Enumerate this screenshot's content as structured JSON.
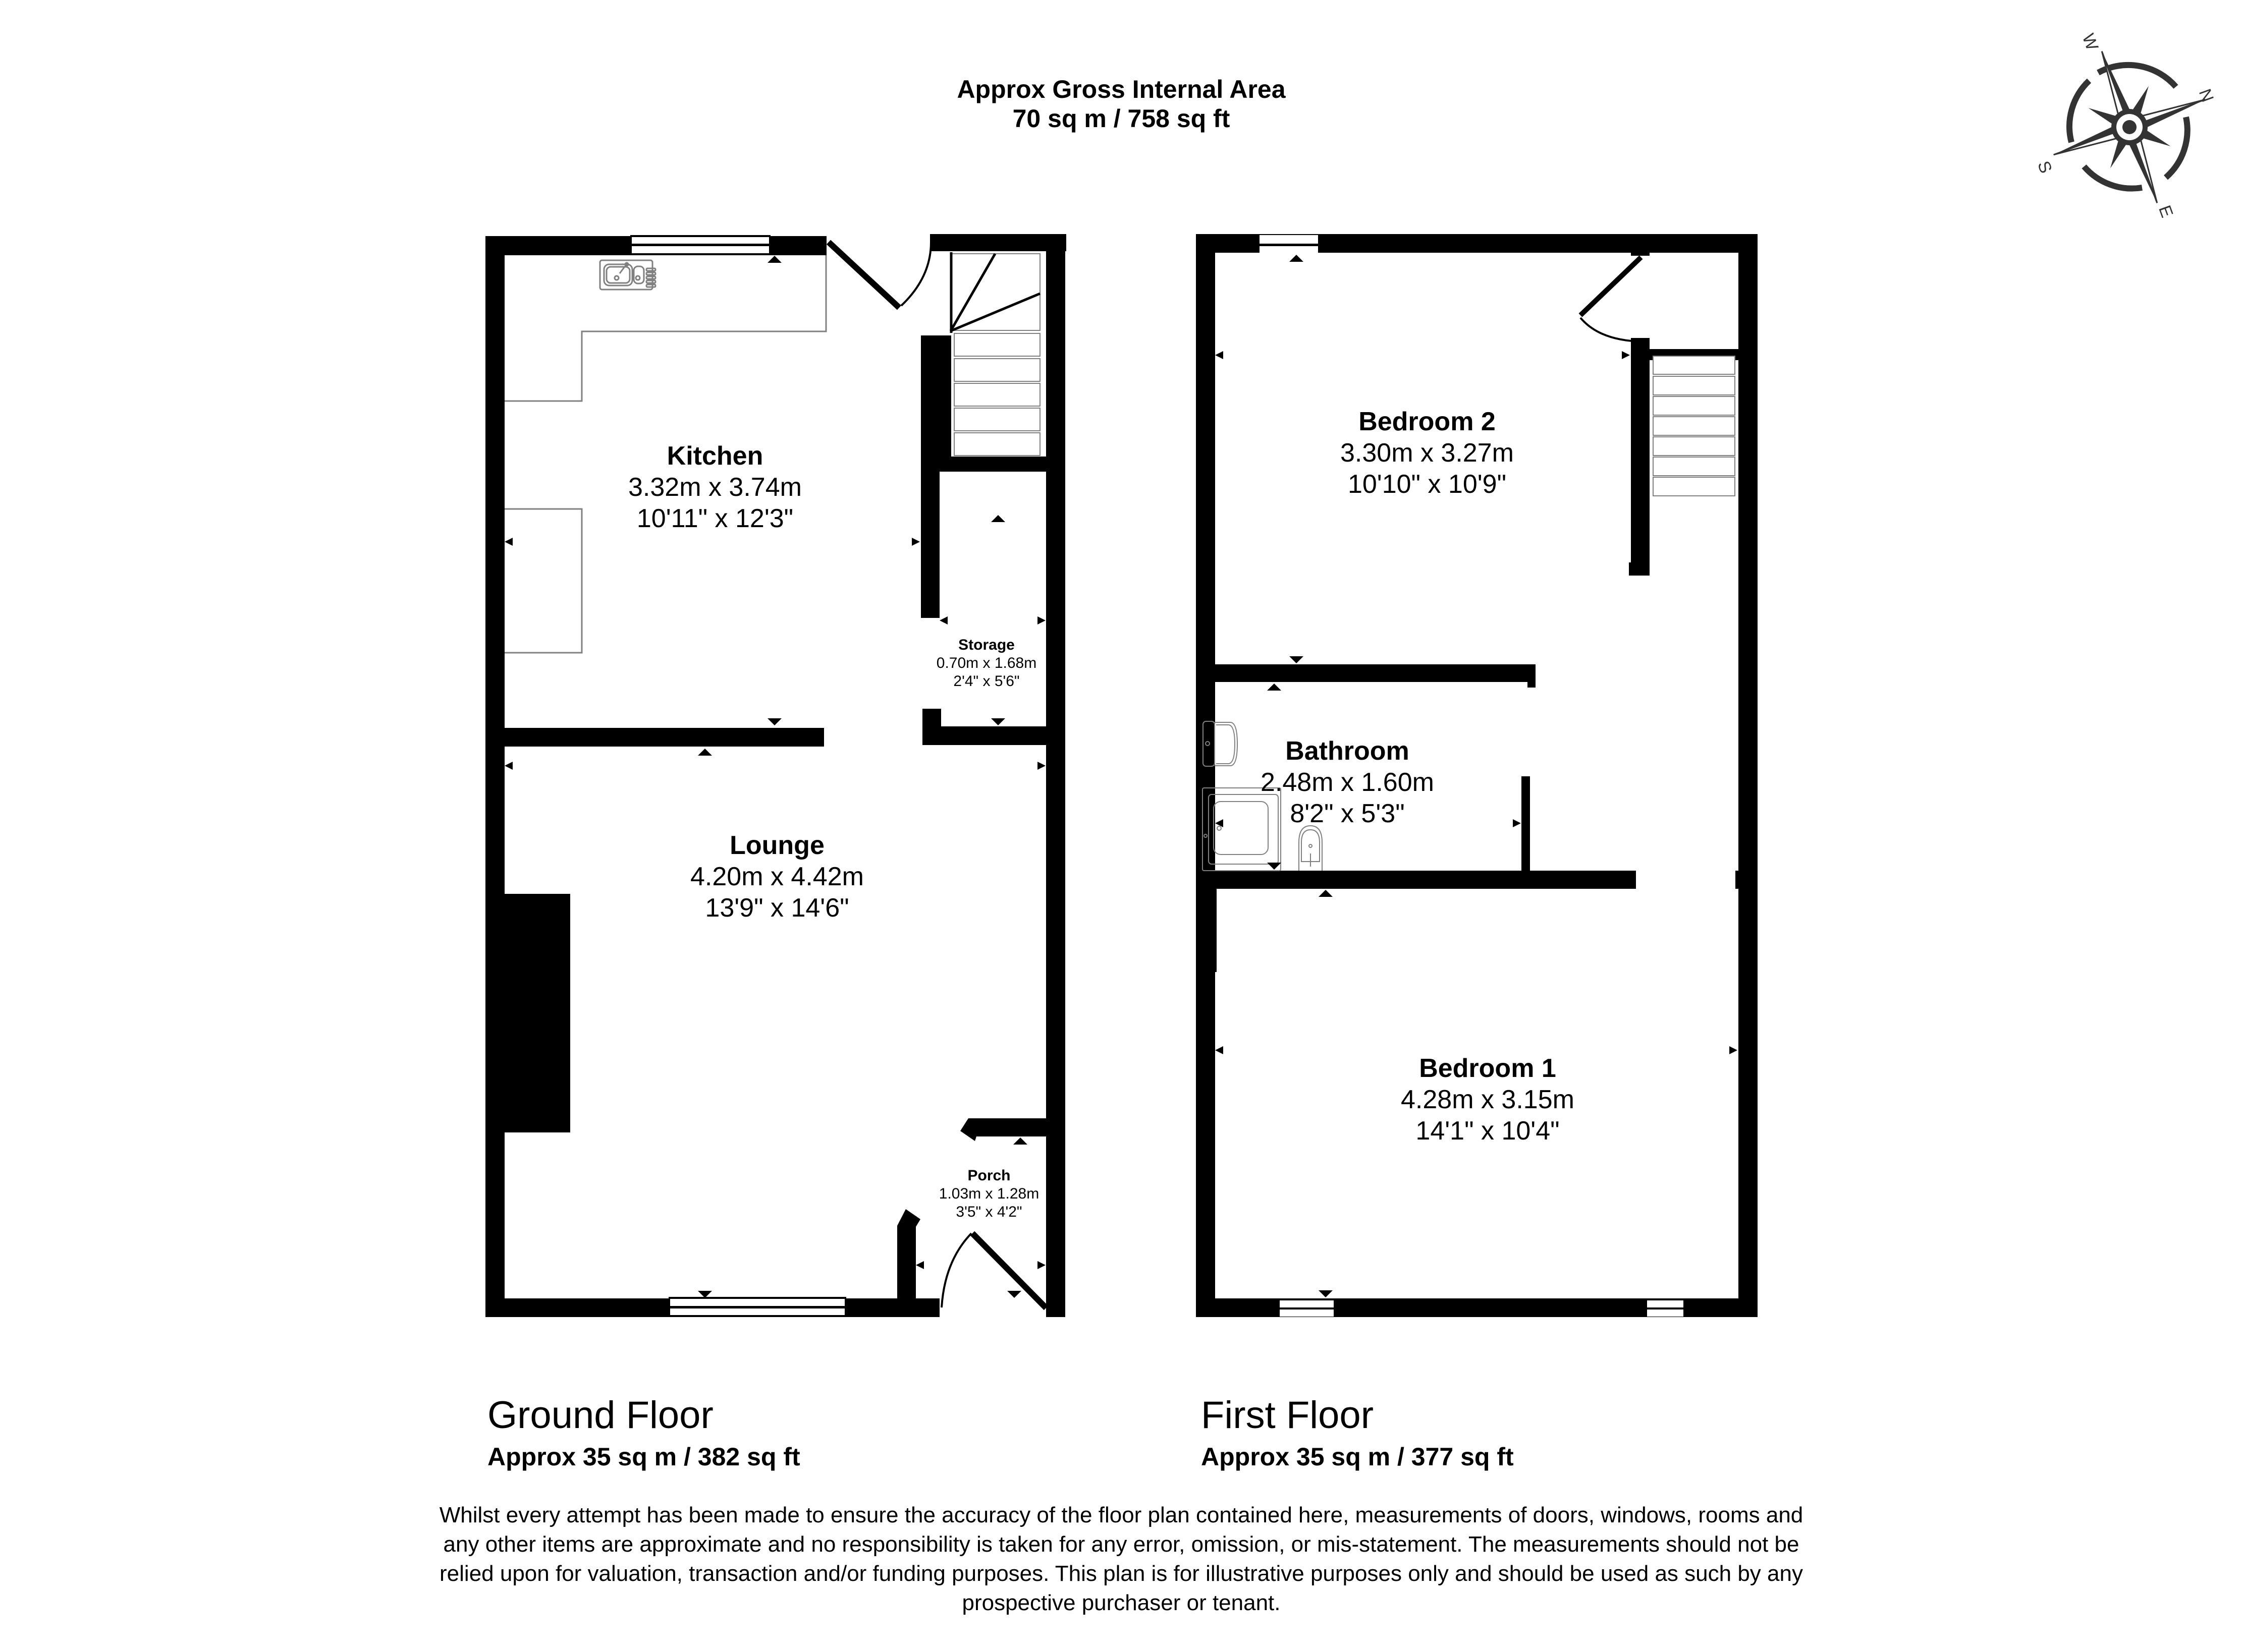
{
  "header": {
    "title": "Approx Gross Internal Area",
    "total_area": "70 sq m / 758 sq ft"
  },
  "compass": {
    "labels": {
      "north": "N",
      "east": "E",
      "south": "S",
      "west": "W"
    }
  },
  "floors": [
    {
      "label": "Ground Floor",
      "area": "Approx 35 sq m / 382 sq ft",
      "rooms": [
        {
          "name": "Kitchen",
          "metric": "3.32m x 3.74m",
          "imperial": "10'11\" x 12'3\""
        },
        {
          "name": "Storage",
          "metric": "0.70m x 1.68m",
          "imperial": "2'4\" x 5'6\""
        },
        {
          "name": "Lounge",
          "metric": "4.20m x 4.42m",
          "imperial": "13'9\" x 14'6\""
        },
        {
          "name": "Porch",
          "metric": "1.03m x 1.28m",
          "imperial": "3'5\" x 4'2\""
        }
      ]
    },
    {
      "label": "First Floor",
      "area": "Approx 35 sq m / 377 sq ft",
      "rooms": [
        {
          "name": "Bedroom 2",
          "metric": "3.30m x 3.27m",
          "imperial": "10'10\" x 10'9\""
        },
        {
          "name": "Bathroom",
          "metric": "2.48m x 1.60m",
          "imperial": "8'2\" x 5'3\""
        },
        {
          "name": "Bedroom 1",
          "metric": "4.28m x 3.15m",
          "imperial": "14'1\" x 10'4\""
        }
      ]
    }
  ],
  "disclaimer": {
    "lines": [
      "Whilst every attempt has been made to ensure the accuracy of the floor plan contained here, measurements of doors, windows, rooms and",
      "any other items are approximate and no responsibility is taken for any error, omission, or mis-statement. The measurements should not be",
      "relied upon for valuation, transaction and/or funding purposes. This plan is for illustrative purposes only and should be used as such by any",
      "prospective purchaser or tenant."
    ]
  },
  "colors": {
    "wall": "#000000",
    "fixture_outline": "#808080",
    "compass": "#333333",
    "background": "#ffffff"
  }
}
